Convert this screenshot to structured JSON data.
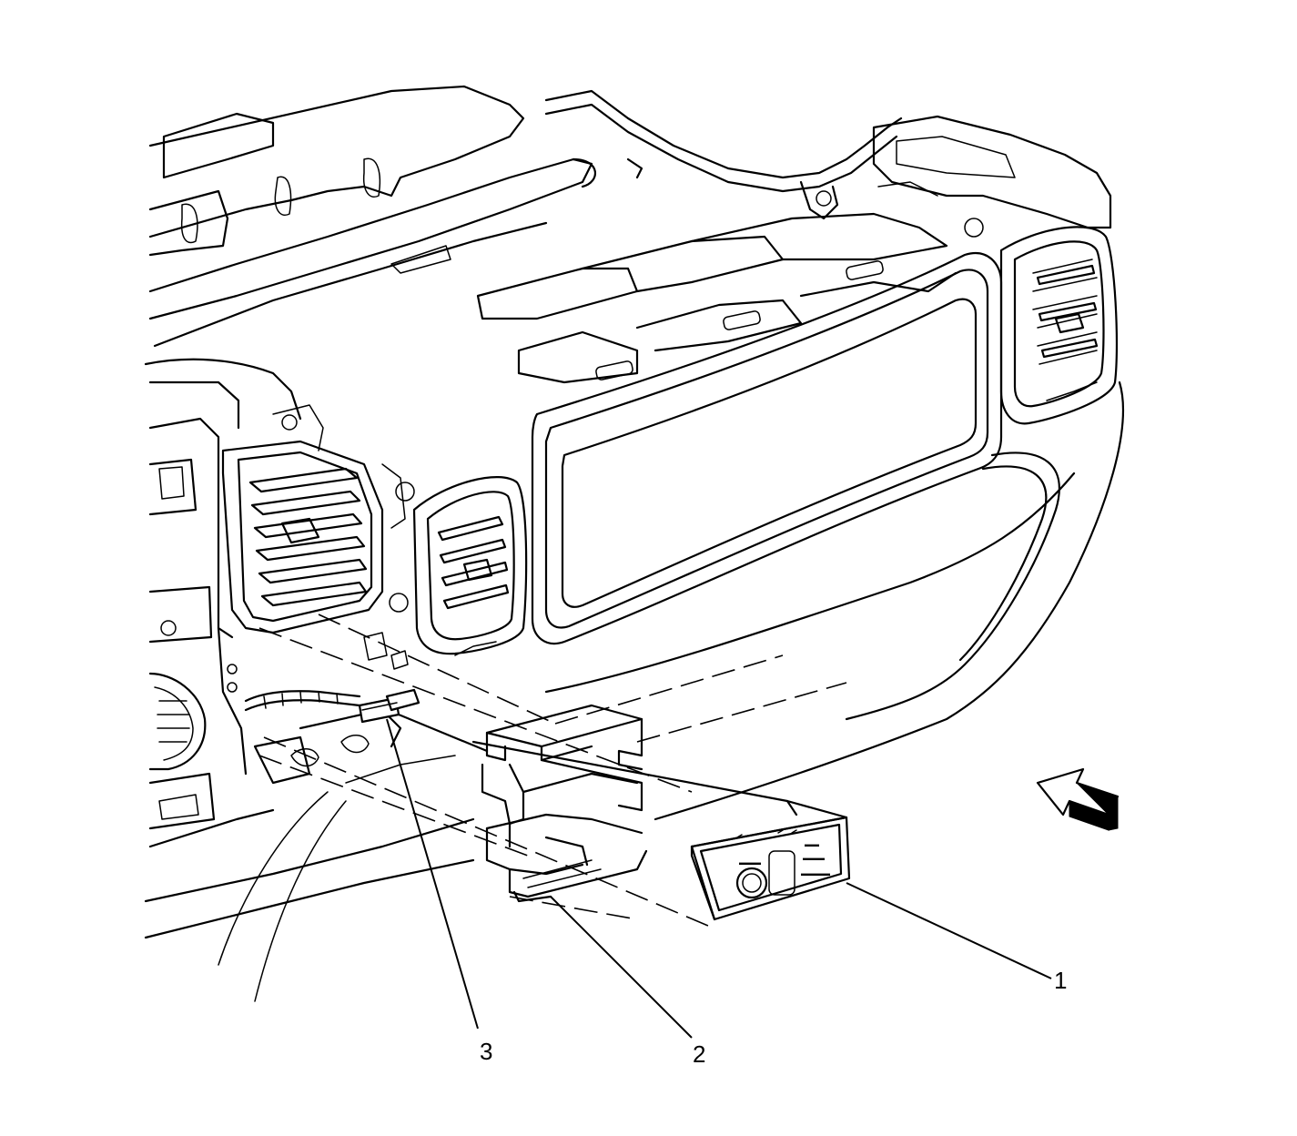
{
  "callouts": [
    {
      "id": "1",
      "label": "1"
    },
    {
      "id": "2",
      "label": "2"
    },
    {
      "id": "3",
      "label": "3"
    }
  ],
  "icons": {
    "view_arrow": "view-direction-arrow-icon"
  },
  "colors": {
    "line": "#000000",
    "background": "#ffffff"
  }
}
